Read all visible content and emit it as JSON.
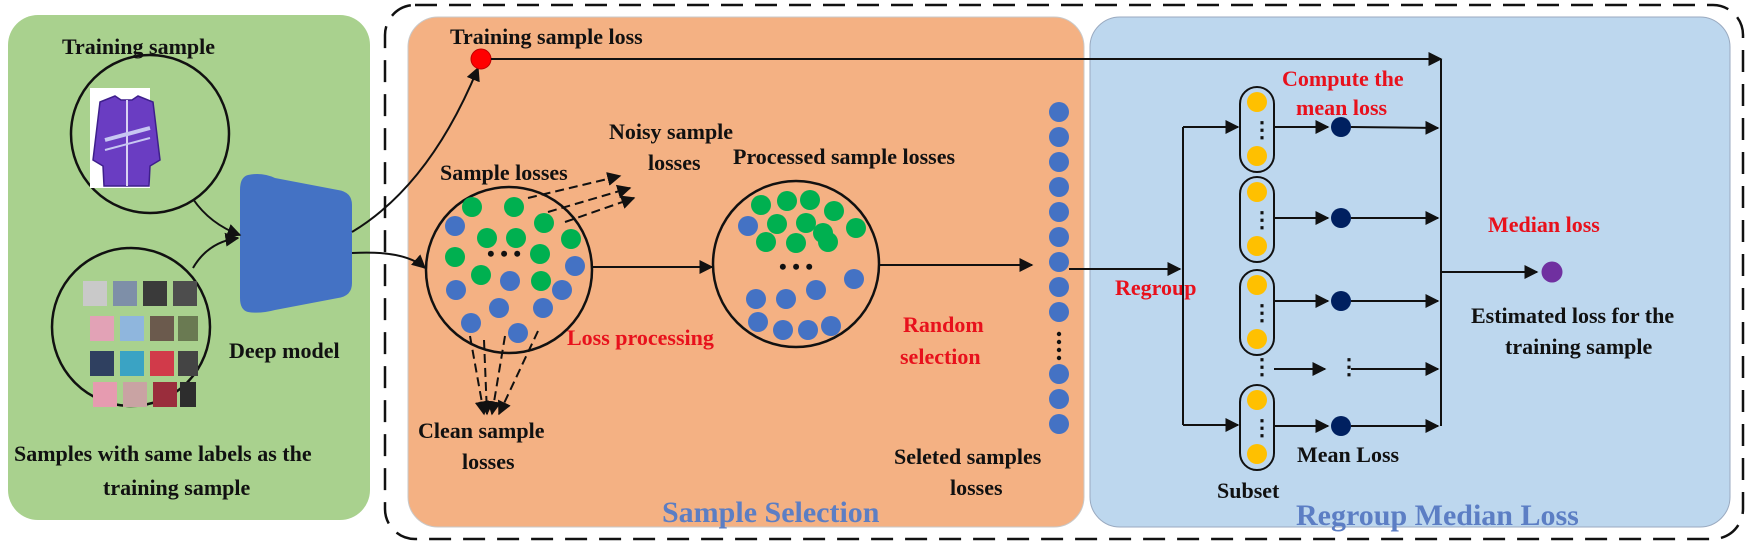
{
  "input_panel": {
    "training_sample_label": "Training sample",
    "same_label_samples_label_line1": "Samples with same labels as the",
    "same_label_samples_label_line2": "training sample",
    "deep_model_label": "Deep model"
  },
  "sample_selection": {
    "title": "Sample Selection",
    "training_sample_loss_label": "Training sample loss",
    "sample_losses_label": "Sample losses",
    "noisy_losses_line1": "Noisy sample",
    "noisy_losses_line2": "losses",
    "clean_losses_line1": "Clean sample",
    "clean_losses_line2": "losses",
    "loss_processing_label": "Loss processing",
    "processed_losses_label": "Processed sample losses",
    "random_selection_line1": "Random",
    "random_selection_line2": "selection",
    "selected_losses_line1": "Seleted samples",
    "selected_losses_line2": "losses",
    "ellipsis": "• • •",
    "vertical_ellipsis": "⋮"
  },
  "regroup_median": {
    "title": "Regroup Median Loss",
    "regroup_label": "Regroup",
    "compute_mean_line1": "Compute the",
    "compute_mean_line2": "mean loss",
    "median_loss_label": "Median loss",
    "estimated_loss_line1": "Estimated loss for the",
    "estimated_loss_line2": "training sample",
    "mean_loss_label": "Mean Loss",
    "subset_label": "Subset",
    "dots": "⋮"
  },
  "colors": {
    "green_panel": "#a9d18e",
    "orange_panel": "#f4b183",
    "blue_panel": "#bdd7ee",
    "model": "#4472c4",
    "clean_dot": "#4472c4",
    "noisy_dot": "#00b050",
    "loss_dot": "#ff0000",
    "subset_dot": "#ffc000",
    "mean_dot": "#002060",
    "median_dot": "#7030a0"
  }
}
